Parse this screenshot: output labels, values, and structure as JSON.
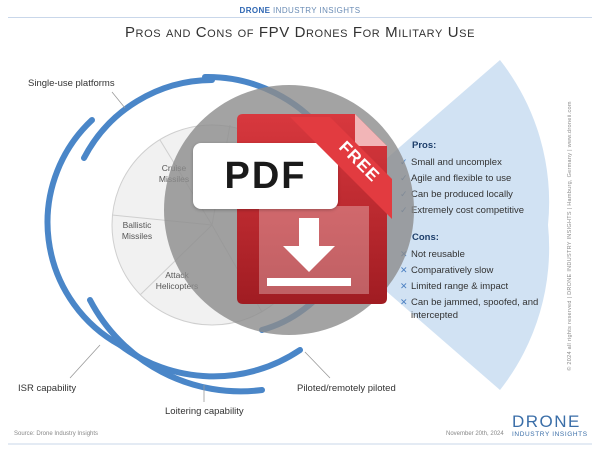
{
  "header": {
    "brand_bold": "DRONE",
    "brand_rest": "INDUSTRY INSIGHTS",
    "title": "Pros and Cons of FPV Drones For Military Use"
  },
  "diagram": {
    "outer_labels": {
      "single_use": "Single-use platforms",
      "isr": "ISR capability",
      "loitering": "Loitering capability",
      "piloted": "Piloted/remotely piloted"
    },
    "wedges": {
      "cruise": "Cruise Missiles",
      "ballistic": "Ballistic Missiles",
      "attack": "Attack Helicopters"
    },
    "accent": "#4a86c8",
    "cone_color": "#cfe0f2"
  },
  "pros": {
    "title": "Pros:",
    "items": [
      "Small and uncomplex",
      "Agile and flexible to use",
      "Can be produced locally",
      "Extremely cost competitive"
    ]
  },
  "cons": {
    "title": "Cons:",
    "items": [
      "Not reusable",
      "Comparatively slow",
      "Limited range & impact",
      "Can be jammed, spoofed, and intercepted"
    ]
  },
  "side_text": "© 2024 all rights reserved  |  DRONE INDUSTRY INSIGHTS  |  Hamburg, Germany  |  www.droneii.com",
  "footer": {
    "source": "Source: Drone Industry Insights",
    "date": "November 20th, 2024",
    "logo_line1": "DRONE",
    "logo_line2": "INDUSTRY INSIGHTS"
  },
  "overlay": {
    "badge": "PDF",
    "ribbon": "FREE",
    "badge_color": "#ffffff",
    "doc_color": "#c9252b",
    "icon": "download-arrow-icon"
  }
}
